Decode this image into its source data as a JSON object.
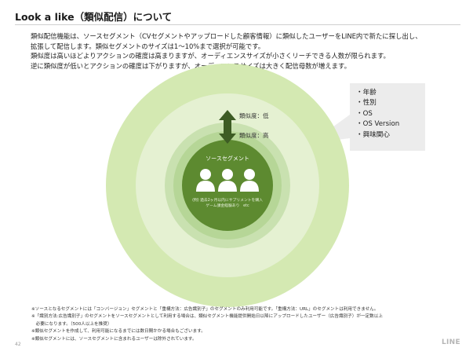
{
  "header": {
    "title": "Look a like（類似配信）について"
  },
  "intro": {
    "lines": [
      "類似配信機能は、ソースセグメント（CVセグメントやアップロードした顧客情報）に類似したユーザーをLINE内で新たに探し出し、",
      "拡張して配信します。類似セグメントのサイズは1～10%まで選択が可能です。",
      "類似度は高いほどよりアクションの確度は高まりますが、オーディエンスサイズが小さくリーチできる人数が限られます。",
      "逆に類似度が低いとアクションの確度は下がりますが、オーディエンスサイズは大きく配信母数が増えます。"
    ]
  },
  "diagram": {
    "similarity_low_label": "類似度：低",
    "similarity_high_label": "類似度：高",
    "source_segment_label": "ソースセグメント",
    "source_example_line1": "(例) 過去2ヶ月以内にサプリメントを購入",
    "source_example_line2": "ゲーム課金経験あり　etc",
    "colors": {
      "outer_ring": "#d4e9b2",
      "outer_inner": "#e5f1d2",
      "middle_ring": "#c9e1b0",
      "inner_ring": "#b6d697",
      "core": "#5d8a30",
      "arrow": "#3d5c24"
    },
    "icons": [
      "person-icon",
      "person-icon",
      "person-icon",
      "double-arrow-icon"
    ]
  },
  "callout": {
    "items": [
      "・年齢",
      "・性別",
      "・OS",
      "・OS Version",
      "・興味関心"
    ]
  },
  "footnotes": {
    "lines": [
      "※ソースとなるセグメントには「コンバージョン」セグメントと「重構方法：広告識別子」のセグメントのみ利用可能です。「重構方法：URL」のセグメントは利用できません。",
      "※「識別方法:広告識別子」のセグメントをソースセグメントとして利用する場合は、類似セグメント機能提供開始日以降にアップロードしたユーザー（広告識別子）が一定数以上",
      "　必要になります。（500人以上を推奨）",
      "※類似セグメントを作成して、利用可能になるまでには数日間かかる場合もございます。",
      "※類似セグメントには、ソースセグメントに含まれるユーザーは除外されています。"
    ]
  },
  "footer": {
    "page_number": "42",
    "brand": "LINE"
  }
}
